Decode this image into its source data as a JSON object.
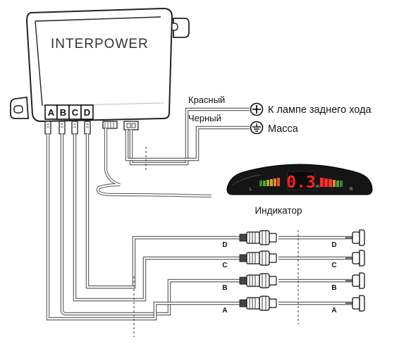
{
  "control_unit": {
    "brand": "INTERPOWER",
    "ports": [
      "A",
      "B",
      "C",
      "D"
    ]
  },
  "power": {
    "red_wire_label": "Красный",
    "black_wire_label": "Черный",
    "plus_target": "К лампе заднего хода",
    "ground_target": "Масса"
  },
  "indicator": {
    "caption": "Индикатор",
    "display_digits": "0.3",
    "left_mark": "L",
    "right_mark": "R",
    "unit_mark": "m"
  },
  "sensors": [
    {
      "letter": "D"
    },
    {
      "letter": "C"
    },
    {
      "letter": "B"
    },
    {
      "letter": "A"
    }
  ],
  "colors": {
    "outline": "#222222",
    "display_red": "#ff2020",
    "indicator_body": "#151515"
  }
}
